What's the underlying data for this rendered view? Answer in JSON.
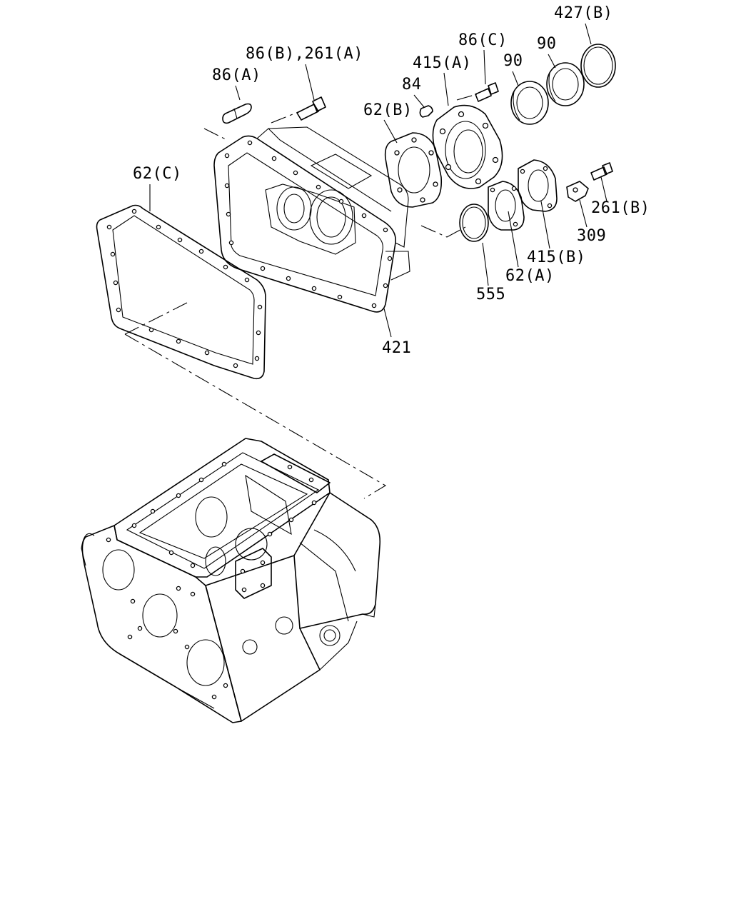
{
  "callouts": {
    "c_427b": "427(B)",
    "c_86c": "86(C)",
    "c_90_top": "90",
    "c_90_mid": "90",
    "c_415a": "415(A)",
    "c_86b_261a": "86(B),261(A)",
    "c_86a": "86(A)",
    "c_84": "84",
    "c_62b": "62(B)",
    "c_62c": "62(C)",
    "c_261b": "261(B)",
    "c_309": "309",
    "c_415b": "415(B)",
    "c_62a": "62(A)",
    "c_555": "555",
    "c_421": "421"
  }
}
